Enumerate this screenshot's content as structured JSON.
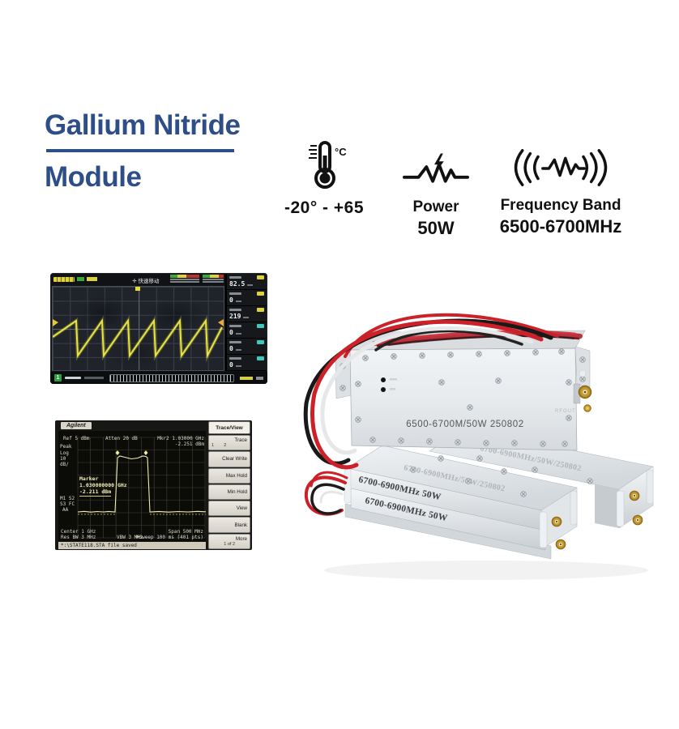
{
  "title": {
    "line1": "Gallium Nitride",
    "line2": "Module",
    "accent_color": "#2e4e87"
  },
  "specs": {
    "temperature": {
      "icon": "thermometer-icon",
      "unit": "°C",
      "value": "-20° - +65"
    },
    "power": {
      "icon": "power-pulse-icon",
      "label": "Power",
      "value": "50W"
    },
    "frequency": {
      "icon": "frequency-band-icon",
      "label": "Frequency Band",
      "value": "6500-6700MHz"
    }
  },
  "oscilloscope": {
    "toolbar_center": "✛ 快速移动",
    "channel_badge": "1",
    "readouts": [
      {
        "value": "82.5"
      },
      {
        "value": "0"
      },
      {
        "value": "219"
      },
      {
        "value": "0"
      },
      {
        "value": "0"
      },
      {
        "value": "0"
      }
    ]
  },
  "spectrum_analyzer": {
    "brand": "Agilent",
    "ref": "Ref 5 dBm",
    "atten": "Atten 20 dB",
    "mkr2_freq": "Mkr2 1.03000 GHz",
    "mkr2_ampl": "-2.251 dBm",
    "det": "Peak",
    "scale1": "Log",
    "scale2": "10",
    "scale3": "dB/",
    "ann1": "M1 S2",
    "ann2": "S3 FC",
    "ann3": "AA",
    "marker_label": "Marker",
    "marker_freq": "1.030000000 GHz",
    "marker_ampl": "-2.211 dBm",
    "center": "Center 1 GHz",
    "rbw": "Res BW 3 MHz",
    "vbw": "VBW 3 MHz",
    "span": "Span 500 MHz",
    "sweep": "#Sweep 100 ms (401 pts)",
    "status": "*:\\STATE118.STA file saved",
    "menu_title": "Trace/View",
    "buttons": [
      {
        "label": "Trace",
        "sub": "1        2"
      },
      {
        "label": "Clear Write",
        "sub": ""
      },
      {
        "label": "Max Hold",
        "sub": ""
      },
      {
        "label": "Min Hold",
        "sub": ""
      },
      {
        "label": "View",
        "sub": ""
      },
      {
        "label": "Blank",
        "sub": ""
      },
      {
        "label": "More",
        "sub": "          1 of 2"
      }
    ]
  },
  "product": {
    "top_module_label": "6500-6700M/50W 250802",
    "rfout_label": "RFOUT",
    "stack_module_label": "6700-6900MHz  50W",
    "etched_label": "6700-6900MHz/50W/250802"
  }
}
